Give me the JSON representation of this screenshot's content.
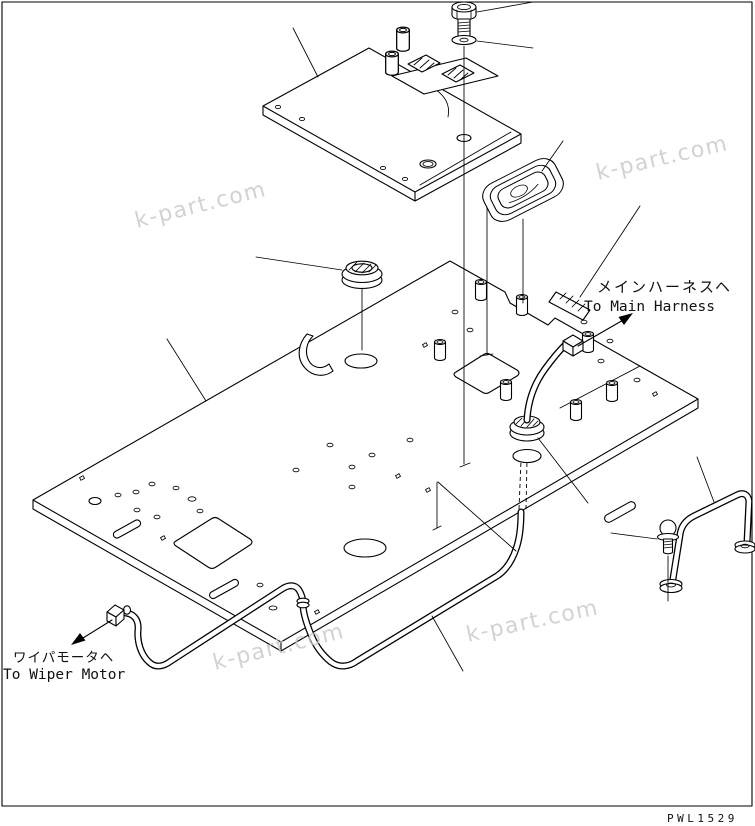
{
  "figure": {
    "part_number": "PWL1529",
    "watermark_text": "k-part.com",
    "annotations": {
      "main_harness_jp": "メインハーネスヘ",
      "main_harness_en": "To Main Harness",
      "wiper_motor_jp": "ワイパモータヘ",
      "wiper_motor_en": "To Wiper Motor"
    },
    "colors": {
      "line": "#000000",
      "background": "#ffffff",
      "watermark": "#c7c7c7"
    },
    "parts": [
      "mounting-bolt",
      "flat-washer",
      "electrical-component-plate",
      "rubber-cover-cap",
      "wiring-grommet-front",
      "wiring-grommet-rear",
      "floor-plate",
      "wiring-harness",
      "wiper-motor-connector",
      "main-harness-connector",
      "grab-handle",
      "handle-bolt",
      "hook-bracket",
      "harness-clamp-bracket"
    ]
  }
}
